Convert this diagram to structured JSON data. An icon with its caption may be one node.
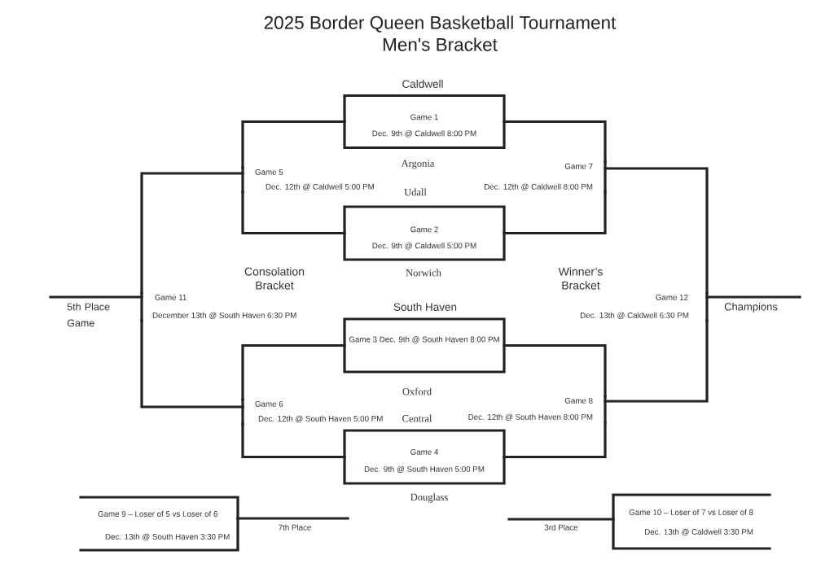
{
  "diagram": {
    "title": "2025 Border Queen Basketball Tournament Men's Bracket",
    "nodes": [
      {
        "text": [
          "Game 1",
          "Dec. 9th @ Caldwell 8:00 PM"
        ],
        "beside": [
          "Caldwell",
          "Argonia"
        ]
      },
      {
        "text": [
          "Game 2",
          "Dec. 9th @ Caldwell 5:00 PM"
        ],
        "beside": [
          "Udall",
          "Norwich"
        ]
      },
      {
        "text": [
          "Game 3 Dec. 9th @ South Haven 8:00 PM"
        ],
        "beside": [
          "South Haven",
          "Oxford"
        ]
      },
      {
        "text": [
          "Game 4",
          "Dec. 9th @ South Haven 5:00 PM"
        ],
        "beside": [
          "Central",
          "Douglass"
        ]
      },
      {
        "text": [
          "Game 5",
          "Dec. 12th @ Caldwell 5:00 PM"
        ]
      },
      {
        "text": [
          "Game 6",
          "Dec. 12th @ South Haven 5:00 PM"
        ]
      },
      {
        "text": [
          "Game 7",
          "Dec. 12th @ Caldwell 8:00 PM"
        ]
      },
      {
        "text": [
          "Game 8",
          "Dec. 12th @ South Haven 8:00 PM"
        ]
      },
      {
        "text": [
          "Game 9 – Loser of 5 vs Loser of 6",
          "Dec. 13th @ South Haven 3:30 PM"
        ]
      },
      {
        "text": [
          "Game 10 – Loser of 7 vs Loser of 8",
          "Dec. 13th @ Caldwell 3:30 PM"
        ]
      },
      {
        "text": [
          "Game 11",
          "December 13th @ South Haven 6:30 PM"
        ]
      },
      {
        "text": [
          "Game 12",
          "Dec. 13th @ Caldwell 6:30 PM"
        ]
      }
    ],
    "edges": [
      {
        "from": 0,
        "to": 4,
        "arrow": "none"
      },
      {
        "from": 1,
        "to": 4,
        "arrow": "none"
      },
      {
        "from": 0,
        "to": 6,
        "arrow": "none"
      },
      {
        "from": 1,
        "to": 6,
        "arrow": "none"
      },
      {
        "from": 2,
        "to": 5,
        "arrow": "none"
      },
      {
        "from": 3,
        "to": 5,
        "arrow": "none"
      },
      {
        "from": 2,
        "to": 7,
        "arrow": "none"
      },
      {
        "from": 3,
        "to": 7,
        "arrow": "none"
      },
      {
        "from": 4,
        "to": 10,
        "arrow": "none"
      },
      {
        "from": 5,
        "to": 10,
        "arrow": "none"
      },
      {
        "from": 6,
        "to": 11,
        "arrow": "none"
      },
      {
        "from": 7,
        "to": 11,
        "arrow": "none"
      },
      {
        "from": 10,
        "to": null,
        "arrow": "none",
        "label": "5th Place Game"
      },
      {
        "from": 11,
        "to": null,
        "arrow": "none",
        "label": "Champions"
      },
      {
        "from": 8,
        "to": null,
        "arrow": "none",
        "label": "7th Place"
      },
      {
        "from": 9,
        "to": null,
        "arrow": "none",
        "label": "3rd Place"
      }
    ],
    "labels": [
      "Consolation Bracket",
      "Winner’s Bracket"
    ]
  }
}
